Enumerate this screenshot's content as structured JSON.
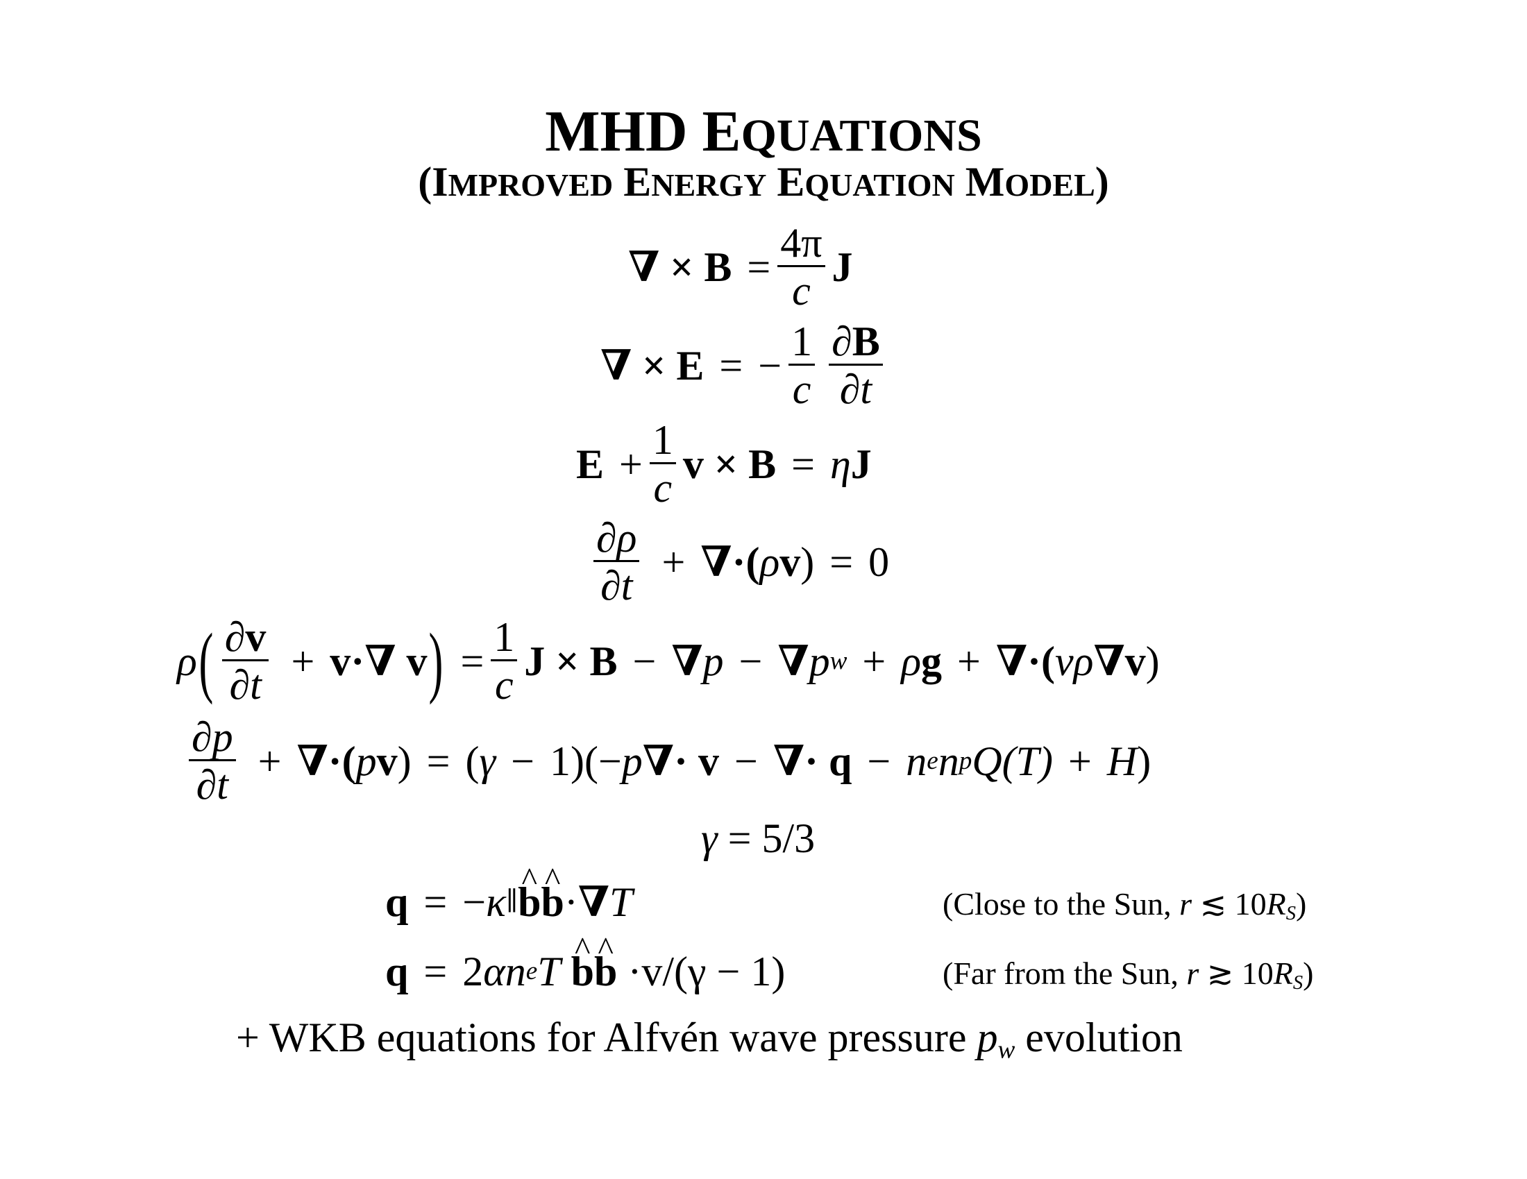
{
  "title": {
    "part1": "MHD E",
    "part2": "QUATIONS"
  },
  "subtitle": {
    "p1": "(I",
    "p2": "MPROVED",
    "p3": " E",
    "p4": "NERGY",
    "p5": " E",
    "p6": "QUATION",
    "p7": " M",
    "p8": "ODEL",
    "p9": ")"
  },
  "eq1": {
    "lhs": "∇ × B",
    "eq": "=",
    "num": "4π",
    "den": "c",
    "rhs": "J"
  },
  "eq2": {
    "lhs": "∇ × E",
    "eq": "=",
    "minus": "−",
    "num1": "1",
    "den1": "c",
    "num2": "∂B",
    "den2": "∂t"
  },
  "eq3": {
    "e": "E",
    "plus": "+",
    "num": "1",
    "den": "c",
    "vxb": "v × B",
    "eq": "=",
    "eta": "η",
    "j": "J"
  },
  "eq4": {
    "num": "∂ρ",
    "den": "∂t",
    "plus": "+",
    "div": "∇·(",
    "rho": "ρ",
    "v": "v",
    "close": ")",
    "eq": "=",
    "zero": "0"
  },
  "eq5": {
    "rho": "ρ",
    "lparen": "(",
    "num": "∂v",
    "den": "∂t",
    "plus1": "+",
    "vdv": "v·∇ v",
    "rparen": ")",
    "eq": "=",
    "fnum": "1",
    "fden": "c",
    "jxb": "J × B",
    "minus1": "−",
    "gradp": "∇",
    "p": "p",
    "minus2": "−",
    "gradpw": "∇",
    "pw": "p",
    "w": "w",
    "plus2": "+",
    "rhog_rho": "ρ",
    "rhog_g": "g",
    "plus3": "+",
    "visc_div": "∇·(",
    "visc_nurho": "νρ",
    "visc_grad": "∇v",
    "visc_close": ")"
  },
  "eq6": {
    "num": "∂p",
    "den": "∂t",
    "plus1": "+",
    "div": "∇·(",
    "p": "p",
    "v": "v",
    "close": ")",
    "eq": "=",
    "gamma_open": "(",
    "gamma": "γ",
    "minus0": "−",
    "one": "1)",
    "lparen": "(",
    "minus1": "−",
    "p2": "p",
    "divv": "∇· v",
    "minus2": "−",
    "divq": "∇· q",
    "minus3": "−",
    "ne": "n",
    "e": "e",
    "np": "n",
    "pp": "p",
    "QT": "Q(T)",
    "plus2": "+",
    "H": "H",
    "rparen": ")"
  },
  "eq7": {
    "gamma": "γ",
    "eq": "= 5/3"
  },
  "eq8": {
    "q": "q",
    "eq": "=",
    "minus": "−",
    "kappa": "κ",
    "par": "∥",
    "b1": "b",
    "b2": "b",
    "dot": "·",
    "grad": "∇",
    "T": "T",
    "note_pre": "(Close to the Sun, ",
    "note_r": "r",
    "note_mid": " ≲ 10",
    "note_R": "R",
    "note_S": "S",
    "note_post": ")"
  },
  "eq9": {
    "q": "q",
    "eq": "=",
    "two": "2",
    "alpha": "α",
    "n": "n",
    "e": "e",
    "T": "T",
    "b1": "b",
    "b2": "b",
    "tail": "·v/(γ  −  1)",
    "note_pre": "(Far from the Sun, ",
    "note_r": "r",
    "note_mid": " ≳ 10",
    "note_R": "R",
    "note_S": "S",
    "note_post": ")"
  },
  "footer": {
    "pre": "+ WKB equations for Alfvén wave pressure ",
    "p": "p",
    "w": "w",
    "post": " evolution"
  }
}
